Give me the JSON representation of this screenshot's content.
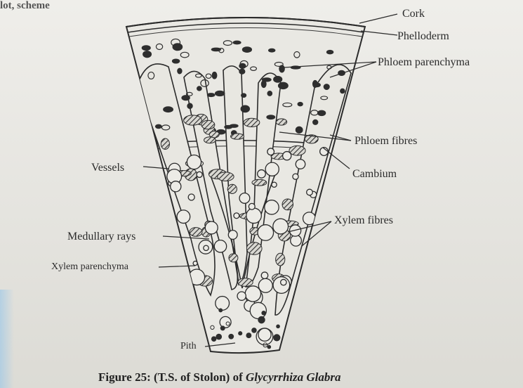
{
  "header_fragment": "lot, scheme",
  "labels": {
    "cork": "Cork",
    "phelloderm": "Phelloderm",
    "phloem_parenchyma": "Phloem parenchyma",
    "phloem_fibres": "Phloem fibres",
    "vessels": "Vessels",
    "cambium": "Cambium",
    "xylem_fibres": "Xylem fibres",
    "medullary_rays": "Medullary rays",
    "xylem_parenchyma": "Xylem parenchyma",
    "pith": "Pith"
  },
  "caption": {
    "prefix": "Figure 25: (T.S. of Stolon) of ",
    "species": "Glycyrrhiza Glabra"
  }
}
